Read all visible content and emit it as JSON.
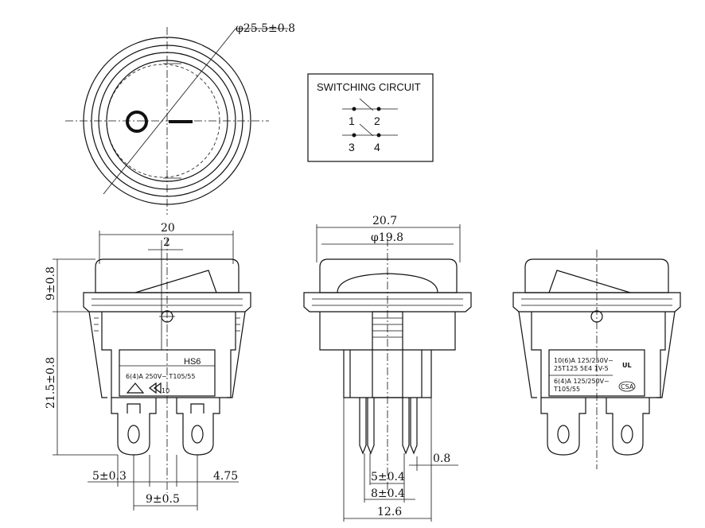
{
  "top_view": {
    "diameter_label": "φ25.5±0.8"
  },
  "switching_circuit": {
    "title": "SWITCHING CIRCUIT",
    "pins": [
      "1",
      "2",
      "3",
      "4"
    ]
  },
  "front_view": {
    "width_label": "20",
    "offset_label": "2",
    "cap_height_label": "9±0.8",
    "body_height_label": "21.5±0.8",
    "pin_width_label": "5±0.3",
    "pin_gap_label": "4.75",
    "pin_pitch_label": "9±0.5",
    "model_label": "HS6",
    "rating_label": "6(4)A  250V~  T105/55",
    "cert_mark": "10"
  },
  "side_view": {
    "width_label": "20.7",
    "lens_diameter_label": "φ19.8",
    "pin_thickness_label": "0.8",
    "pin_pitch_label": "5±0.4",
    "pin_span_label": "8±0.4",
    "base_width_label": "12.6"
  },
  "rear_view": {
    "rating_line1": "10(6)A  125/250V~",
    "rating_line2": "25T125  5E4  1V-5",
    "rating_line3": "6(4)A  125/250V~",
    "rating_line4": "T105/55",
    "ul_mark": "UL",
    "csa_mark": "CSA"
  }
}
